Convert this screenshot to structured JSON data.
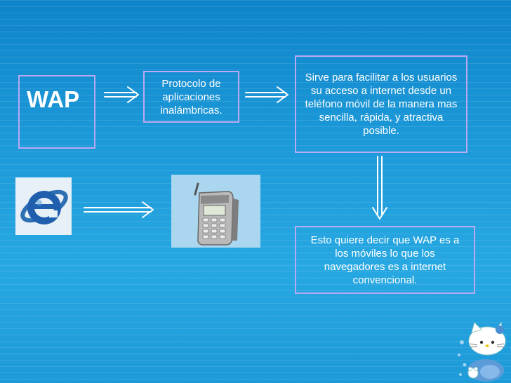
{
  "diagram": {
    "wap_label": "WAP",
    "protocol_text": "Protocolo de aplicaciones inalámbricas.",
    "purpose_text": "Sirve para facilitar a los usuarios su acceso a internet desde un teléfono móvil de la manera mas sencilla, rápida, y atractiva posible.",
    "meaning_text": "Esto quiere decir que WAP es a los móviles lo que los navegadores es a internet convencional."
  },
  "icons": {
    "browser": "internet-explorer-logo",
    "phone": "mobile-phone",
    "decoration": "hello-kitty-mascot"
  },
  "colors": {
    "background": "#1f9fdc",
    "box_border": "#b9a8f2",
    "text": "#ffffff",
    "arrow": "#ffffff"
  }
}
